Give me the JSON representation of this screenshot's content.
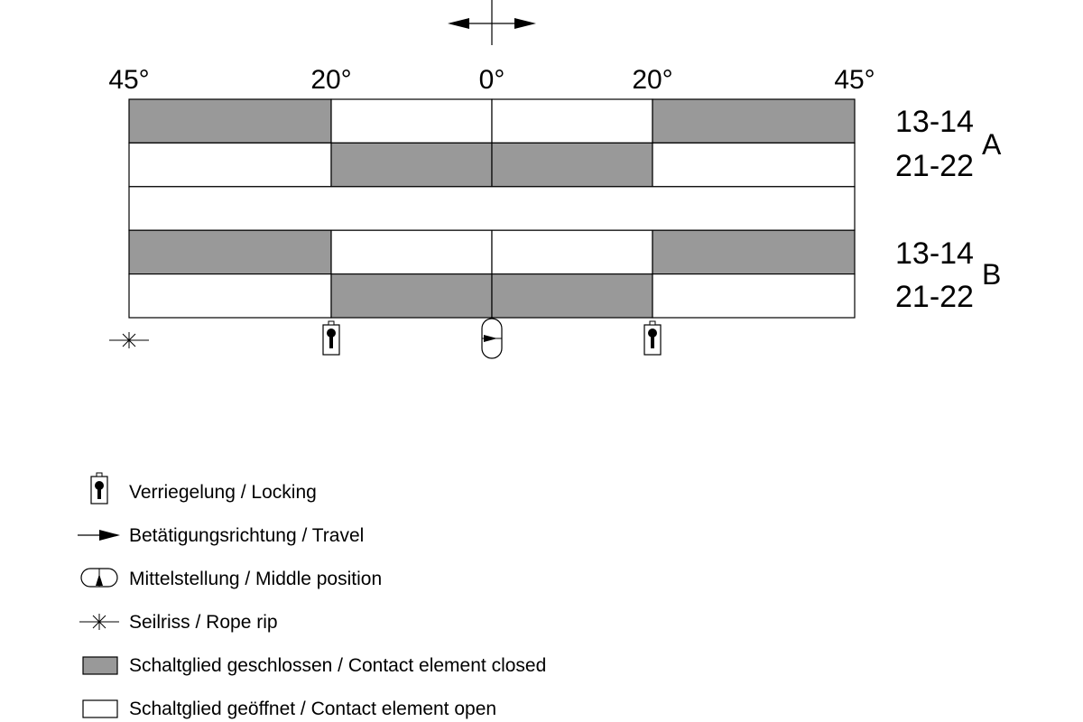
{
  "colors": {
    "closed": "#999999",
    "open": "#ffffff",
    "line": "#000000"
  },
  "diagram": {
    "travel_icon": "double-arrow-travel-icon",
    "angle_labels": [
      "45°",
      "20°",
      "0°",
      "20°",
      "45°"
    ],
    "angles": [
      -45,
      -20,
      0,
      20,
      45
    ],
    "groups": [
      {
        "name": "A",
        "contacts": [
          {
            "label": "13-14",
            "closed": [
              [
                -45,
                -20
              ],
              [
                20,
                45
              ]
            ]
          },
          {
            "label": "21-22",
            "closed": [
              [
                -20,
                0
              ],
              [
                0,
                20
              ]
            ]
          }
        ]
      },
      {
        "name": "B",
        "contacts": [
          {
            "label": "13-14",
            "closed": [
              [
                -45,
                -20
              ],
              [
                20,
                45
              ]
            ]
          },
          {
            "label": "21-22",
            "closed": [
              [
                -20,
                0
              ],
              [
                0,
                20
              ]
            ]
          }
        ]
      }
    ],
    "markers": [
      {
        "angle": -45,
        "icon": "rope-rip-icon"
      },
      {
        "angle": -20,
        "icon": "lock-icon"
      },
      {
        "angle": 0,
        "icon": "middle-position-icon"
      },
      {
        "angle": 20,
        "icon": "lock-icon"
      }
    ]
  },
  "legend": [
    {
      "icon": "lock-icon",
      "text": "Verriegelung / Locking"
    },
    {
      "icon": "travel-arrow-icon",
      "text": "Betätigungsrichtung / Travel"
    },
    {
      "icon": "middle-position-icon",
      "text": "Mittelstellung / Middle position"
    },
    {
      "icon": "rope-rip-icon",
      "text": "Seilriss / Rope rip"
    },
    {
      "icon": "closed-swatch-icon",
      "text": "Schaltglied geschlossen / Contact element closed"
    },
    {
      "icon": "open-swatch-icon",
      "text": "Schaltglied geöffnet / Contact element open"
    }
  ]
}
